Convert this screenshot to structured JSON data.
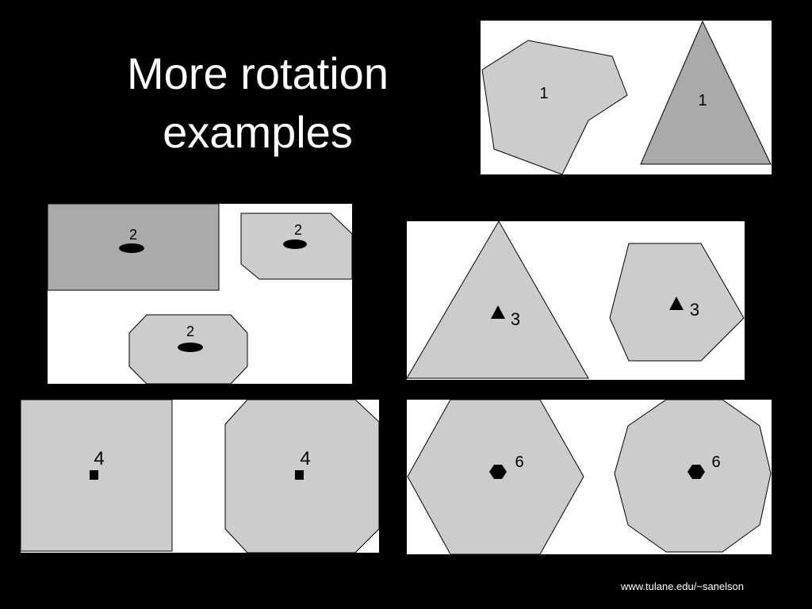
{
  "title": {
    "line1": "More rotation",
    "line2": "examples"
  },
  "colors": {
    "background": "#000000",
    "panel": "#ffffff",
    "light_shape": "#cccccc",
    "dark_shape": "#aaaaaa",
    "outline": "#000000",
    "text": "#ffffff"
  },
  "panels": {
    "order1": {
      "label_polygon": "1",
      "label_triangle": "1"
    },
    "order2": {
      "label_rect": "2",
      "label_octagon_top": "2",
      "label_octagon_bottom": "2",
      "marker": "ellipse"
    },
    "order3": {
      "label_triangle": "3",
      "label_hexagon": "3",
      "marker": "triangle"
    },
    "order4": {
      "label_square": "4",
      "label_octagon": "4",
      "marker": "square"
    },
    "order6": {
      "label_hexagon": "6",
      "label_decagon": "6",
      "marker": "hexagon"
    }
  },
  "footer": {
    "url": "www.tulane.edu/~sanelson"
  }
}
